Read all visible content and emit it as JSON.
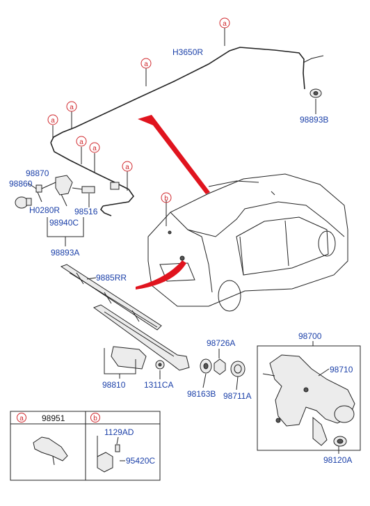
{
  "ref_marker_a": "a",
  "ref_marker_b": "b",
  "parts": {
    "hose_main": "H3650R",
    "grommet_top": "98893B",
    "valve": "98870",
    "nozzle": "98860",
    "hose_short": "H0280R",
    "connector": "98516",
    "joint": "98940C",
    "hose_assy": "98893A",
    "wiper_blade": "9885RR",
    "wiper_arm": "98810",
    "nut": "1311CA",
    "cap": "98726A",
    "washer_nut": "98163B",
    "seal": "98711A",
    "motor_assy": "98700",
    "motor": "98710",
    "grommet_motor": "98120A"
  },
  "table": {
    "a_part": "98951",
    "b_bolt": "1129AD",
    "b_part": "95420C"
  },
  "colors": {
    "label_blue": "#1a3fa8",
    "ref_red": "#d0282d",
    "arrow_red": "#e0141e"
  }
}
